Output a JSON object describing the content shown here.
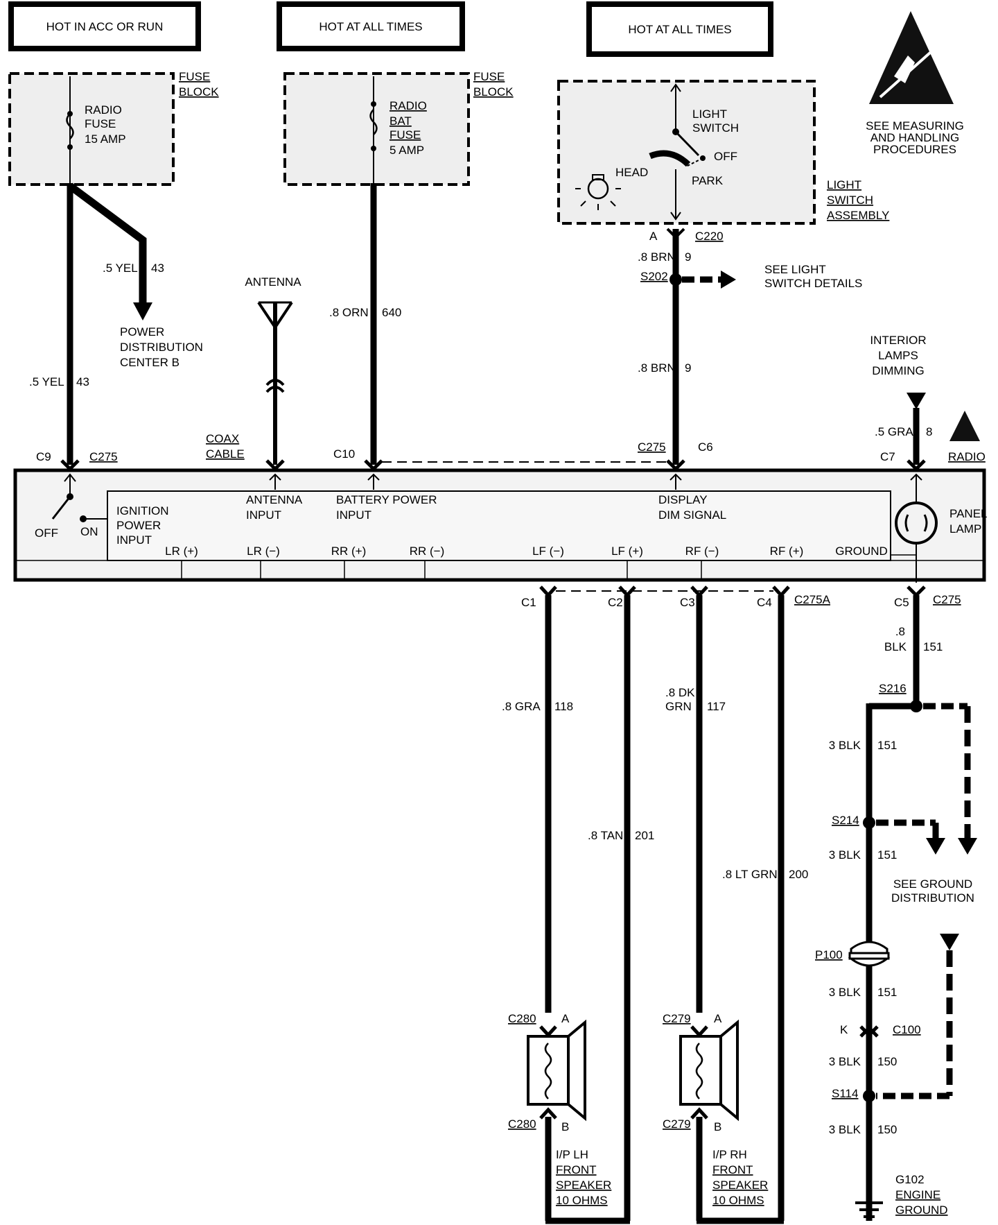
{
  "headers": {
    "acc_run": "HOT IN ACC OR RUN",
    "all_times_1": "HOT AT ALL TIMES",
    "all_times_2": "HOT AT ALL TIMES"
  },
  "fuse_block_1": {
    "label_1": "FUSE",
    "label_2": "BLOCK",
    "fuse_1": "RADIO",
    "fuse_2": "FUSE",
    "fuse_3": "15 AMP"
  },
  "fuse_block_2": {
    "label_1": "FUSE",
    "label_2": "BLOCK",
    "fuse_1": "RADIO",
    "fuse_2": "BAT",
    "fuse_3": "FUSE",
    "fuse_4": "5 AMP"
  },
  "light_switch": {
    "label_1": "LIGHT",
    "label_2": "SWITCH",
    "off": "OFF",
    "head": "HEAD",
    "park": "PARK",
    "assembly_1": "LIGHT",
    "assembly_2": "SWITCH",
    "assembly_3": "ASSEMBLY"
  },
  "esd": {
    "line_1": "SEE MEASURING",
    "line_2": "AND HANDLING",
    "line_3": "PROCEDURES"
  },
  "wires": {
    "yel_43_a": ".5 YEL",
    "yel_43_a_num": "43",
    "pdc_1": "POWER",
    "pdc_2": "DISTRIBUTION",
    "pdc_3": "CENTER B",
    "yel_43_b": ".5 YEL",
    "yel_43_b_num": "43",
    "antenna": "ANTENNA",
    "orn_640": ".8 ORN",
    "orn_640_num": "640",
    "c220_pin": "A",
    "c220": "C220",
    "brn_9_a": ".8 BRN",
    "brn_9_a_num": "9",
    "s202": "S202",
    "see_ls_1": "SEE LIGHT",
    "see_ls_2": "SWITCH DETAILS",
    "brn_9_b": ".8 BRN",
    "brn_9_b_num": "9",
    "interior_1": "INTERIOR",
    "interior_2": "LAMPS",
    "interior_3": "DIMMING",
    "gra_8": ".5 GRA",
    "gra_8_num": "8"
  },
  "top_connectors": {
    "c9": "C9",
    "c275_a": "C275",
    "coax_1": "COAX",
    "coax_2": "CABLE",
    "c10": "C10",
    "c275_b": "C275",
    "c6": "C6",
    "c7": "C7",
    "radio": "RADIO"
  },
  "radio_module": {
    "off": "OFF",
    "on": "ON",
    "ign_1": "IGNITION",
    "ign_2": "POWER",
    "ign_3": "INPUT",
    "ant_1": "ANTENNA",
    "ant_2": "INPUT",
    "bat_1": "BATTERY POWER",
    "bat_2": "INPUT",
    "disp_1": "DISPLAY",
    "disp_2": "DIM SIGNAL",
    "panel_1": "PANEL",
    "panel_2": "LAMP",
    "pins": [
      "LR (+)",
      "LR (−)",
      "RR (+)",
      "RR (−)",
      "LF (−)",
      "LF (+)",
      "RF (−)",
      "RF (+)",
      "GROUND"
    ]
  },
  "bottom_connectors": {
    "c1": "C1",
    "c2": "C2",
    "c3": "C3",
    "c4": "C4",
    "c275a": "C275A",
    "c5": "C5",
    "c275": "C275"
  },
  "speaker_wires": {
    "gra_118": ".8 GRA",
    "gra_118_num": "118",
    "tan_201": ".8 TAN",
    "tan_201_num": "201",
    "dkgrn_1": ".8 DK",
    "dkgrn_2": "GRN",
    "dkgrn_num": "117",
    "ltgrn_200": ".8 LT GRN",
    "ltgrn_200_num": "200"
  },
  "left_speaker": {
    "c280_top": "C280",
    "pin_a": "A",
    "c280_bot": "C280",
    "pin_b": "B",
    "name_1": "I/P LH",
    "name_2": "FRONT",
    "name_3": "SPEAKER",
    "name_4": "10 OHMS"
  },
  "right_speaker": {
    "c279_top": "C279",
    "pin_a": "A",
    "c279_bot": "C279",
    "pin_b": "B",
    "name_1": "I/P RH",
    "name_2": "FRONT",
    "name_3": "SPEAKER",
    "name_4": "10 OHMS"
  },
  "ground": {
    "blk_151_a1": ".8",
    "blk_151_a2": "BLK",
    "blk_151_a_num": "151",
    "s216": "S216",
    "blk_151_b": "3 BLK",
    "blk_151_b_num": "151",
    "s214": "S214",
    "blk_151_c": "3 BLK",
    "blk_151_c_num": "151",
    "see_gd_1": "SEE GROUND",
    "see_gd_2": "DISTRIBUTION",
    "p100": "P100",
    "blk_151_d": "3 BLK",
    "blk_151_d_num": "151",
    "c100_pin": "K",
    "c100": "C100",
    "blk_150_a": "3 BLK",
    "blk_150_a_num": "150",
    "s114": "S114",
    "blk_150_b": "3 BLK",
    "blk_150_b_num": "150",
    "g102_1": "G102",
    "g102_2": "ENGINE",
    "g102_3": "GROUND"
  }
}
